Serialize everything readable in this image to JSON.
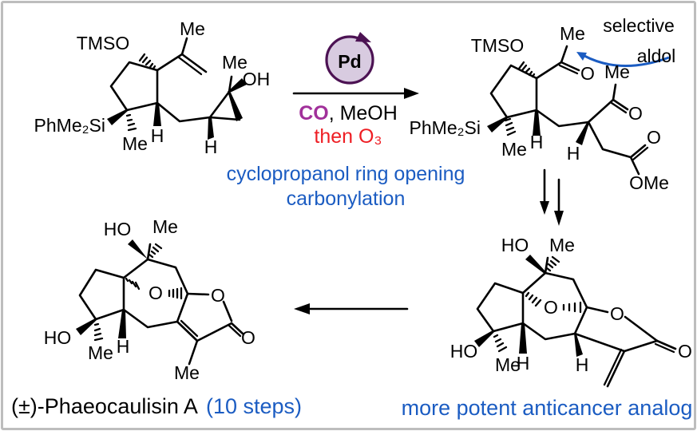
{
  "colors": {
    "blue": "#1b5cc2",
    "red": "#ee1d23",
    "purple": "#a1309a",
    "pd_dark": "#4c1253",
    "pd_fill": "#d8cbe0",
    "bond": "#000000",
    "frame_gray": "#bdbdbd"
  },
  "conditions": {
    "catalyst": "Pd",
    "co": "CO",
    "meoh": ", MeOH",
    "then_o3": "then O₃",
    "note1": "cyclopropanol ring opening",
    "note2": "carbonylation"
  },
  "annotations": {
    "selective1": "selective",
    "selective2": "aldol"
  },
  "captions": {
    "final_black": "(±)-Phaeocaulisin A",
    "final_blue": "(10 steps)",
    "analog": "more potent anticancer analog"
  },
  "structures": {
    "start": {
      "labels": {
        "tmso": "TMSO",
        "me_isopropenyl": "Me",
        "me_cyclopropane": "Me",
        "oh": "OH",
        "si": "PhMe₂Si",
        "me_quat": "Me",
        "h_ring": "H",
        "h_cp": "H"
      }
    },
    "opened": {
      "labels": {
        "tmso": "TMSO",
        "me_acyl1": "Me",
        "o_acyl1": "O",
        "me_acyl2": "Me",
        "o_acyl2": "O",
        "si": "PhMe₂Si",
        "me_quat": "Me",
        "h_ring": "H",
        "h_chain": "H",
        "o_ester": "O",
        "ome": "OMe"
      }
    },
    "analog": {
      "labels": {
        "ho_top": "HO",
        "me_top": "Me",
        "o_bridge": "O",
        "o_lactone": "O",
        "o_carbonyl": "O",
        "ho_bottom": "HO",
        "me_bottom": "Me",
        "h_ring": "H",
        "h_lactone": "H"
      }
    },
    "final": {
      "labels": {
        "ho_top": "HO",
        "me_top": "Me",
        "o_bridge": "O",
        "o_lactone": "O",
        "o_carbonyl": "O",
        "ho_bottom": "HO",
        "me_bottom": "Me",
        "h_ring": "H",
        "me_alkene": "Me"
      }
    }
  }
}
